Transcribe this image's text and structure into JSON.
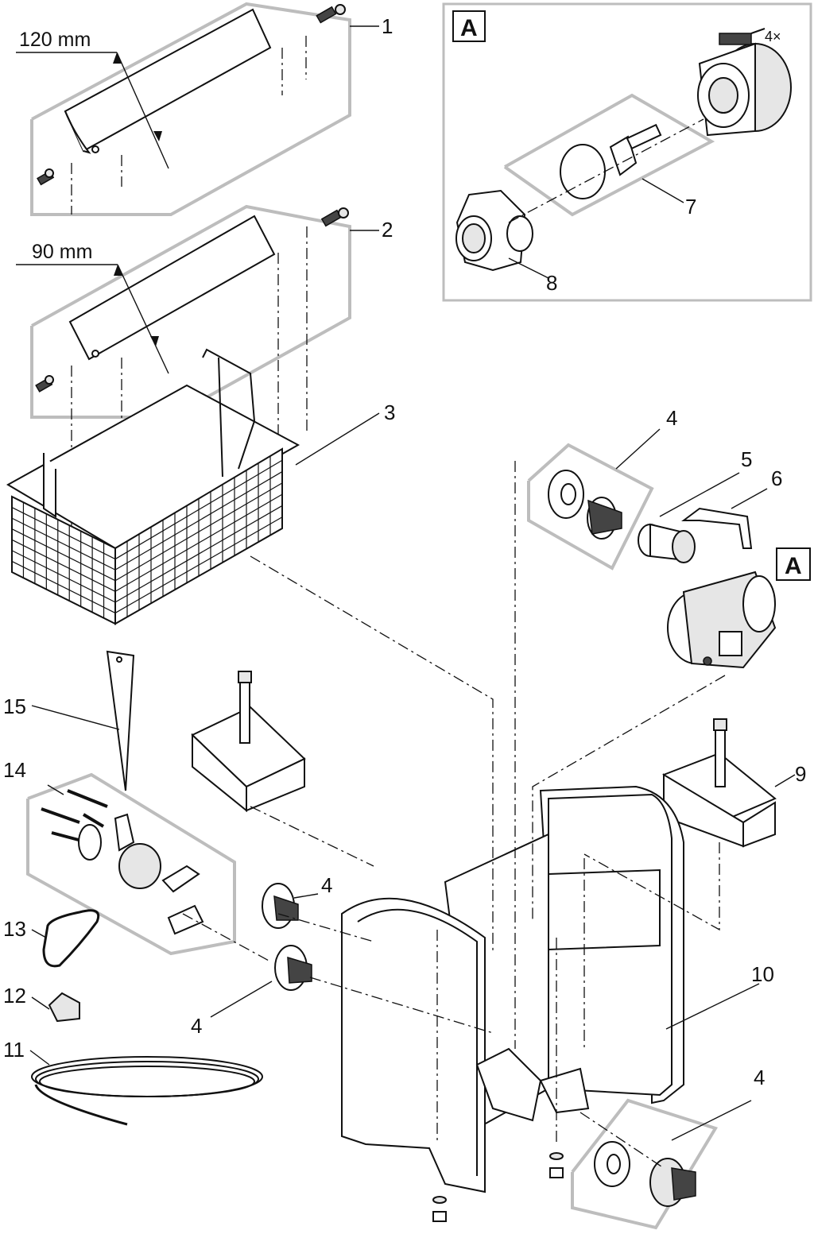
{
  "dimensions": {
    "guard_large": "120 mm",
    "guard_small": "90 mm"
  },
  "detail_reference": "A",
  "detail_screw_count": "4×",
  "callouts": {
    "c1": "1",
    "c2": "2",
    "c3": "3",
    "c4_top": "4",
    "c4_mid_upper": "4",
    "c4_mid_lower": "4",
    "c4_bottom": "4",
    "c5": "5",
    "c6": "6",
    "c7": "7",
    "c8": "8",
    "c9": "9",
    "c10": "10",
    "c11": "11",
    "c12": "12",
    "c13": "13",
    "c14": "14",
    "c15": "15"
  }
}
